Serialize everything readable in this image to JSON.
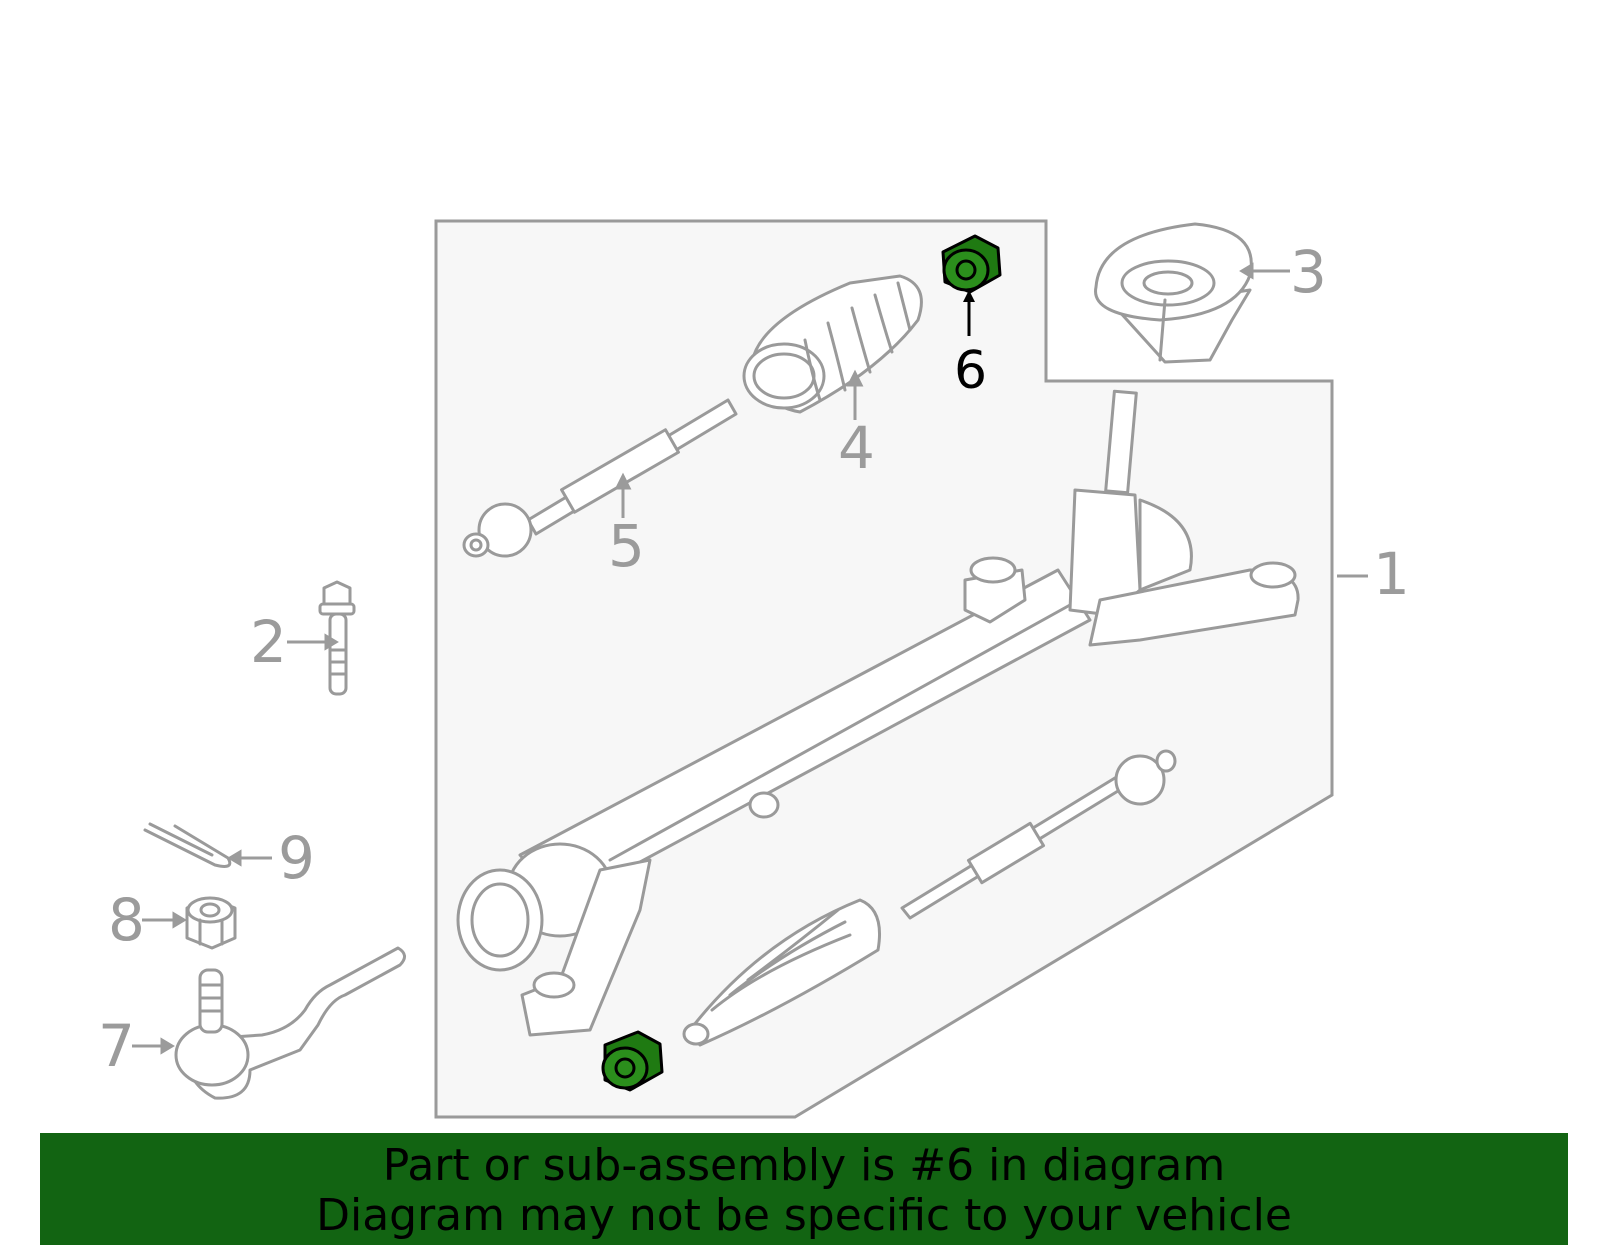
{
  "callouts": {
    "c1": "1",
    "c2": "2",
    "c3": "3",
    "c4": "4",
    "c5": "5",
    "c6": "6",
    "c7": "7",
    "c8": "8",
    "c9": "9"
  },
  "highlight_color": "#1f7a12",
  "banner": {
    "line1": "Part or sub-assembly is #6 in diagram",
    "line2": "Diagram may not be specific to your vehicle",
    "background": "#126412"
  }
}
